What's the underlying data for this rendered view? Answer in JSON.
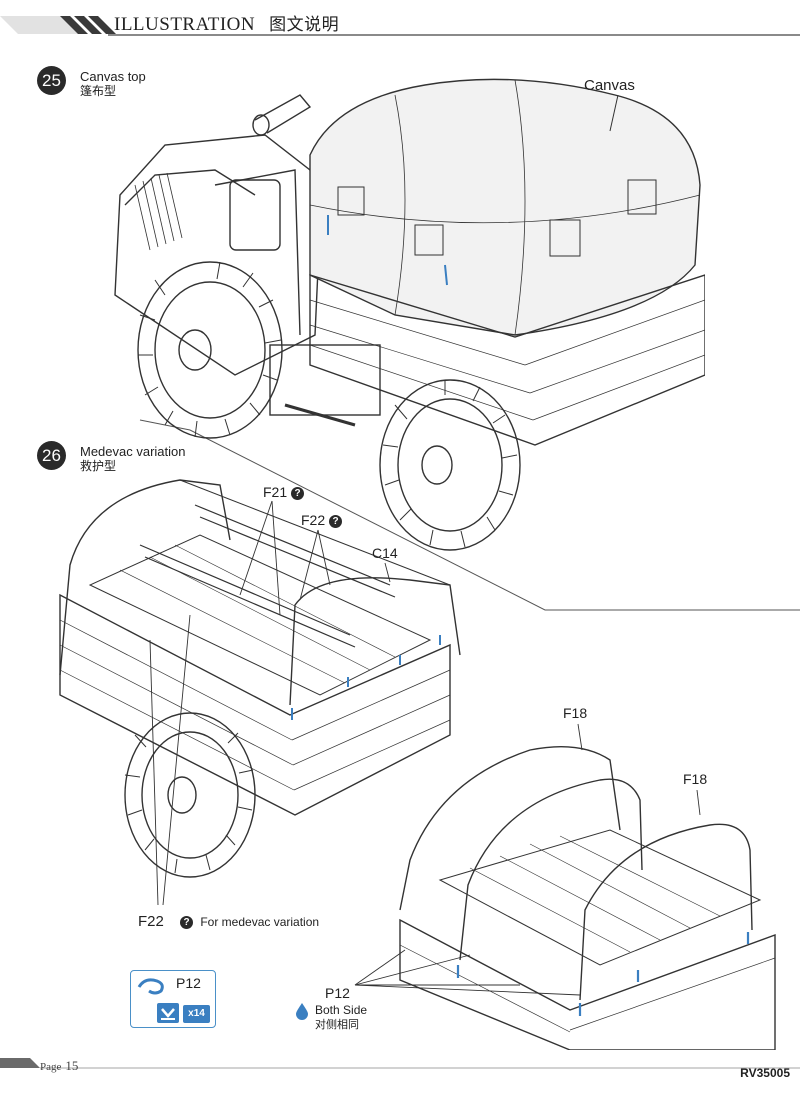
{
  "header": {
    "title_en": "ILLUSTRATION",
    "title_cn": "图文说明"
  },
  "steps": [
    {
      "number": "25",
      "title_en": "Canvas top",
      "title_cn": "篷布型"
    },
    {
      "number": "26",
      "title_en": "Medevac variation",
      "title_cn": "救护型"
    }
  ],
  "callouts": {
    "canvas": "Canvas",
    "f21": "F21",
    "f22_top": "F22",
    "c14": "C14",
    "f18_left": "F18",
    "f18_right": "F18",
    "f22_bottom": "F22",
    "p12": "P12",
    "question_mark": "?"
  },
  "notes": {
    "medevac": "For medevac variation",
    "both_side_en": "Both Side",
    "both_side_cn": "对侧相同"
  },
  "decal": {
    "label": "P12",
    "count": "x14"
  },
  "footer": {
    "page_label": "Page",
    "page_number": "15",
    "code": "RV35005"
  },
  "colors": {
    "accent_blue": "#3a7fc1",
    "ink": "#2a2a2a"
  }
}
